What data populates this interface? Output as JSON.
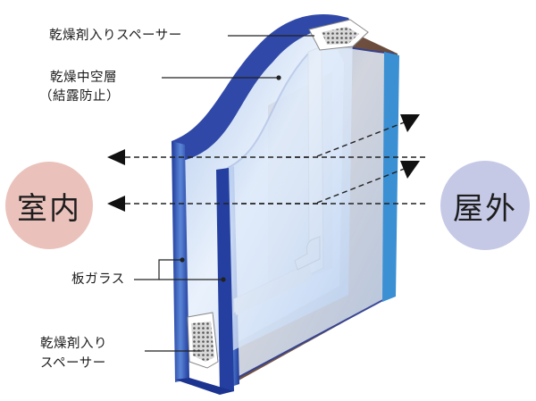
{
  "labels": {
    "spacer_top": "乾燥剤入りスペーサー",
    "air_layer_line1": "乾燥中空層",
    "air_layer_line2": "（結露防止）",
    "glass": "板ガラス",
    "spacer_bottom_line1": "乾燥剤入り",
    "spacer_bottom_line2": "スペーサー"
  },
  "sides": {
    "indoor": "室内",
    "outdoor": "屋外"
  },
  "colors": {
    "indoor_circle": "#eac2bb",
    "outdoor_circle": "#c5c9e6",
    "glass_edge": "#2a3f9c",
    "frame_brown": "#6f5040",
    "glass_light": "#c9dcf3",
    "spacer_gray": "#b9b9b9"
  }
}
